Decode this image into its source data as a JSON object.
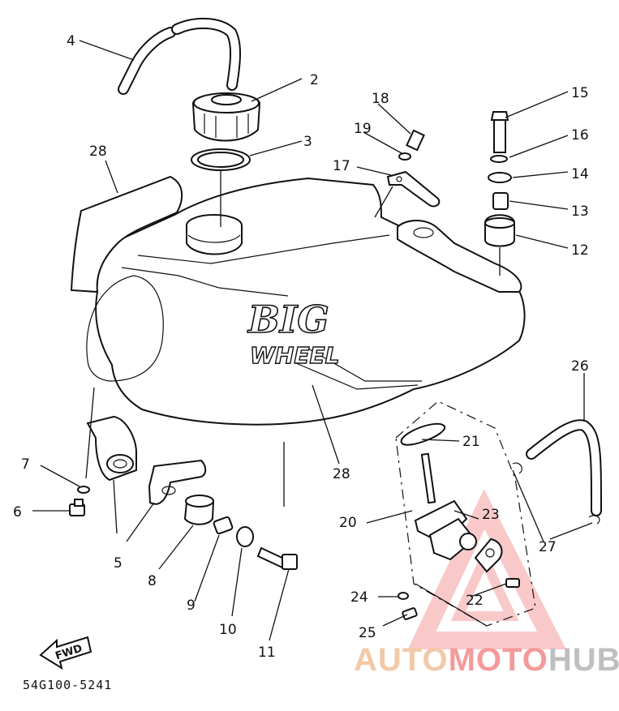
{
  "diagram": {
    "callouts": [
      "2",
      "3",
      "4",
      "5",
      "6",
      "7",
      "8",
      "9",
      "10",
      "11",
      "12",
      "13",
      "14",
      "15",
      "16",
      "17",
      "18",
      "19",
      "20",
      "21",
      "22",
      "23",
      "24",
      "25",
      "26",
      "27",
      "28"
    ],
    "tank_logo_line1": "BIG",
    "tank_logo_line2": "WHEEL",
    "fwd_label": "FWD",
    "part_code": "54G100-5241"
  },
  "watermark": {
    "part1": "AUTO",
    "part2": "MOTO",
    "part3": "HUB",
    "colors": {
      "auto": "#f2c9a8",
      "moto": "#f49a9a",
      "hub": "#bfbfbf",
      "triangle": "#f28a8a"
    }
  }
}
